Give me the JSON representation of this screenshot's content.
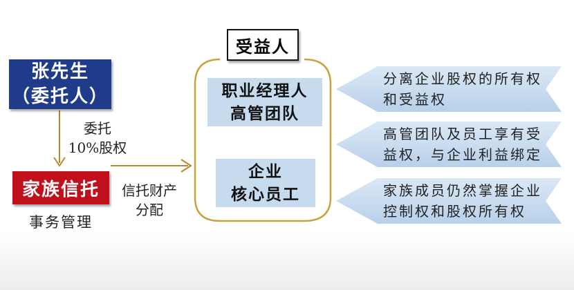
{
  "client": {
    "line1": "张先生",
    "line2": "（委托人）"
  },
  "entrust": {
    "line1": "委托",
    "line2": "10%股权"
  },
  "trust": {
    "label": "家族信托",
    "sublabel": "事务管理"
  },
  "distribution": {
    "line1": "信托财产",
    "line2": "分配"
  },
  "beneficiary": {
    "title": "受益人"
  },
  "groups": [
    {
      "line1": "职业经理人",
      "line2": "高管团队"
    },
    {
      "line1": "企业",
      "line2": "核心员工"
    }
  ],
  "notes": [
    {
      "line1": "分离企业股权的所有权",
      "line2": "和受益权"
    },
    {
      "line1": "高管团队及员工享有受",
      "line2": "益权，与企业利益绑定"
    },
    {
      "line1": "家族成员仍然掌握企业",
      "line2": "控制权和股权所有权"
    }
  ],
  "colors": {
    "navy": "#1f3b8a",
    "red": "#c0101c",
    "light_blue": "#c6dcee",
    "arrow_gold": "#b8862a"
  }
}
